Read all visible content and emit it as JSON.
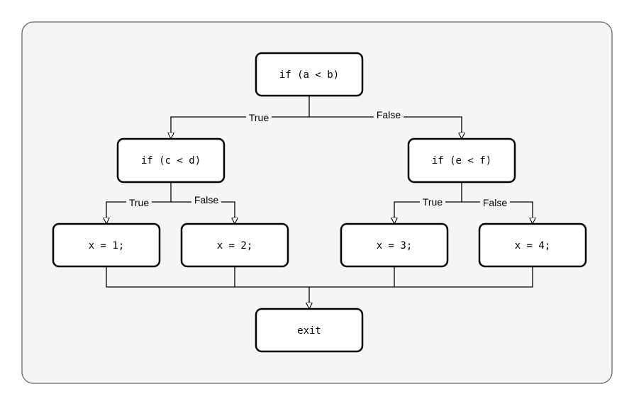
{
  "nodes": {
    "cond_ab": "if (a < b)",
    "cond_cd": "if (c < d)",
    "cond_ef": "if (e < f)",
    "assign_1": "x = 1;",
    "assign_2": "x = 2;",
    "assign_3": "x = 3;",
    "assign_4": "x = 4;",
    "exit": "exit"
  },
  "edge_labels": {
    "ab_true": "True",
    "ab_false": "False",
    "cd_true": "True",
    "cd_false": "False",
    "ef_true": "True",
    "ef_false": "False"
  },
  "colors": {
    "container_fill": "#f5f5f5",
    "container_stroke": "#666666",
    "node_stroke": "#000000",
    "node_fill": "#ffffff"
  }
}
